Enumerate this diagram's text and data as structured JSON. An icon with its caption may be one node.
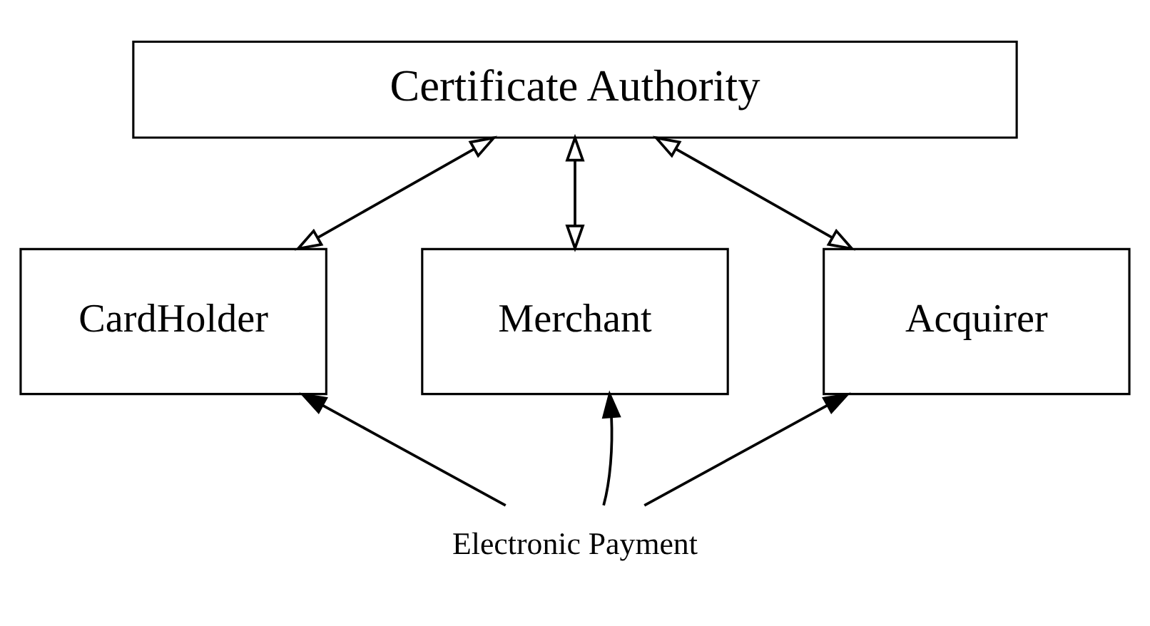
{
  "diagram": {
    "nodes": [
      {
        "text": [
          "Certificate Authority"
        ]
      },
      {
        "text": [
          "CardHolder"
        ]
      },
      {
        "text": [
          "Merchant"
        ]
      },
      {
        "text": [
          "Acquirer"
        ]
      },
      {
        "text": [
          "Electronic Payment"
        ]
      }
    ],
    "edges": [
      {
        "from": 0,
        "to": 1,
        "arrow": "both"
      },
      {
        "from": 0,
        "to": 2,
        "arrow": "both"
      },
      {
        "from": 0,
        "to": 3,
        "arrow": "both"
      },
      {
        "from": 4,
        "to": 1,
        "arrow": "to"
      },
      {
        "from": 4,
        "to": 2,
        "arrow": "to"
      },
      {
        "from": 4,
        "to": 3,
        "arrow": "to"
      }
    ]
  }
}
